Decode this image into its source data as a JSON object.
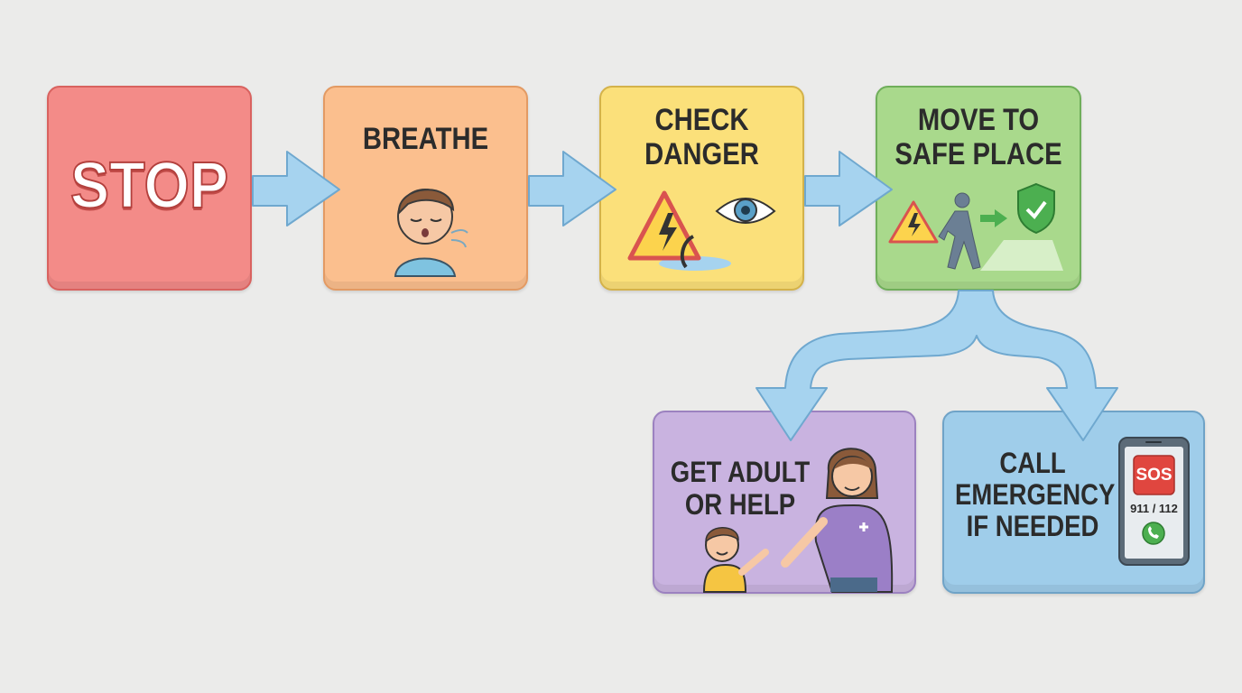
{
  "steps": [
    {
      "id": "stop",
      "label": "STOP",
      "color": "#f38b88"
    },
    {
      "id": "breathe",
      "label": "BREATHE",
      "color": "#fbbf8e"
    },
    {
      "id": "check",
      "label": "CHECK\nDANGER",
      "color": "#fbe07a"
    },
    {
      "id": "move",
      "label": "MOVE TO\nSAFE PLACE",
      "color": "#a9d98c"
    },
    {
      "id": "adult",
      "label": "GET ADULT\nOR HELP",
      "color": "#c9b3e0"
    },
    {
      "id": "call",
      "label": "CALL\nEMERGENCY\nIF NEEDED",
      "color": "#9fcdea"
    }
  ],
  "phone": {
    "sos_label": "SOS",
    "numbers": "911 / 112"
  },
  "arrow_color": "#a6d3ef",
  "icons": [
    "breathing-child-icon",
    "electric-hazard-icon",
    "eye-icon",
    "walking-person-icon",
    "shield-check-icon",
    "adult-helper-icon",
    "child-icon",
    "phone-icon"
  ]
}
